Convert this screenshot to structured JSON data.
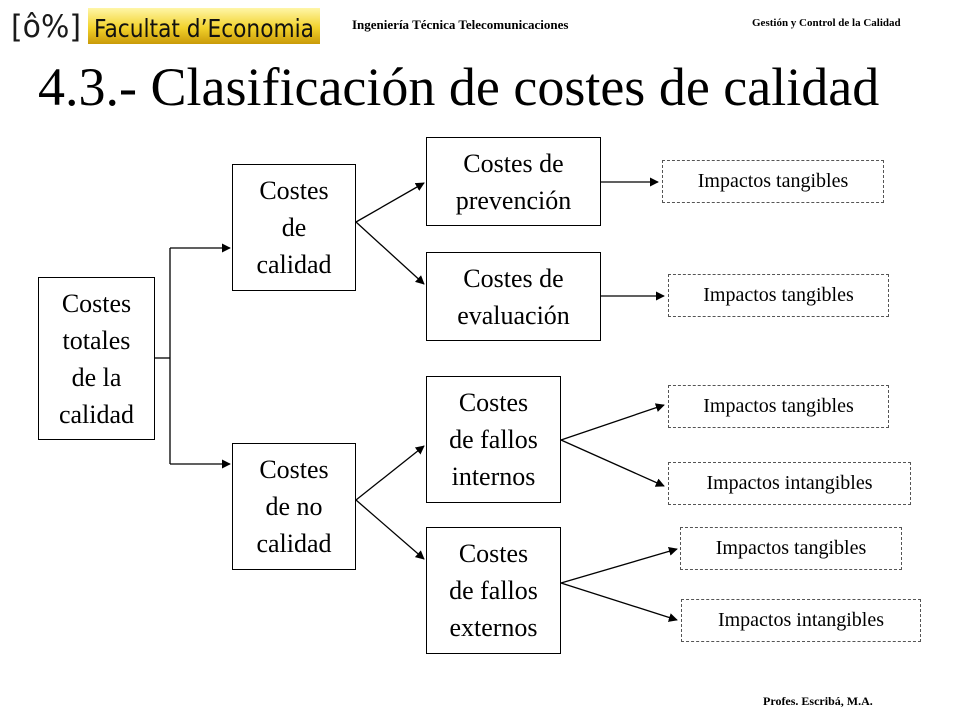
{
  "header": {
    "logo": {
      "mark": "[ô%]",
      "wordmark": "Facultat d’Economia"
    },
    "course": "Ingeniería Técnica Telecomunicaciones",
    "subject": "Gestión y Control de la Calidad"
  },
  "title": "4.3.- Clasificación de costes de calidad",
  "diagram": {
    "root": [
      "Costes",
      "totales",
      "de la",
      "calidad"
    ],
    "quality": [
      "Costes",
      "de",
      "calidad"
    ],
    "non_quality": [
      "Costes",
      "de no",
      "calidad"
    ],
    "prevention": [
      "Costes de",
      "prevención"
    ],
    "evaluation": [
      "Costes de",
      "evaluación"
    ],
    "internal_failures": [
      "Costes",
      "de fallos",
      "internos"
    ],
    "external_failures": [
      "Costes",
      "de fallos",
      "externos"
    ],
    "impacts": {
      "prevention_tangible": "Impactos tangibles",
      "evaluation_tangible": "Impactos tangibles",
      "internal_tangible": "Impactos tangibles",
      "internal_intangible": "Impactos intangibles",
      "external_tangible": "Impactos tangibles",
      "external_intangible": "Impactos intangibles"
    }
  },
  "footer": "Profes. Escribá, M.A."
}
